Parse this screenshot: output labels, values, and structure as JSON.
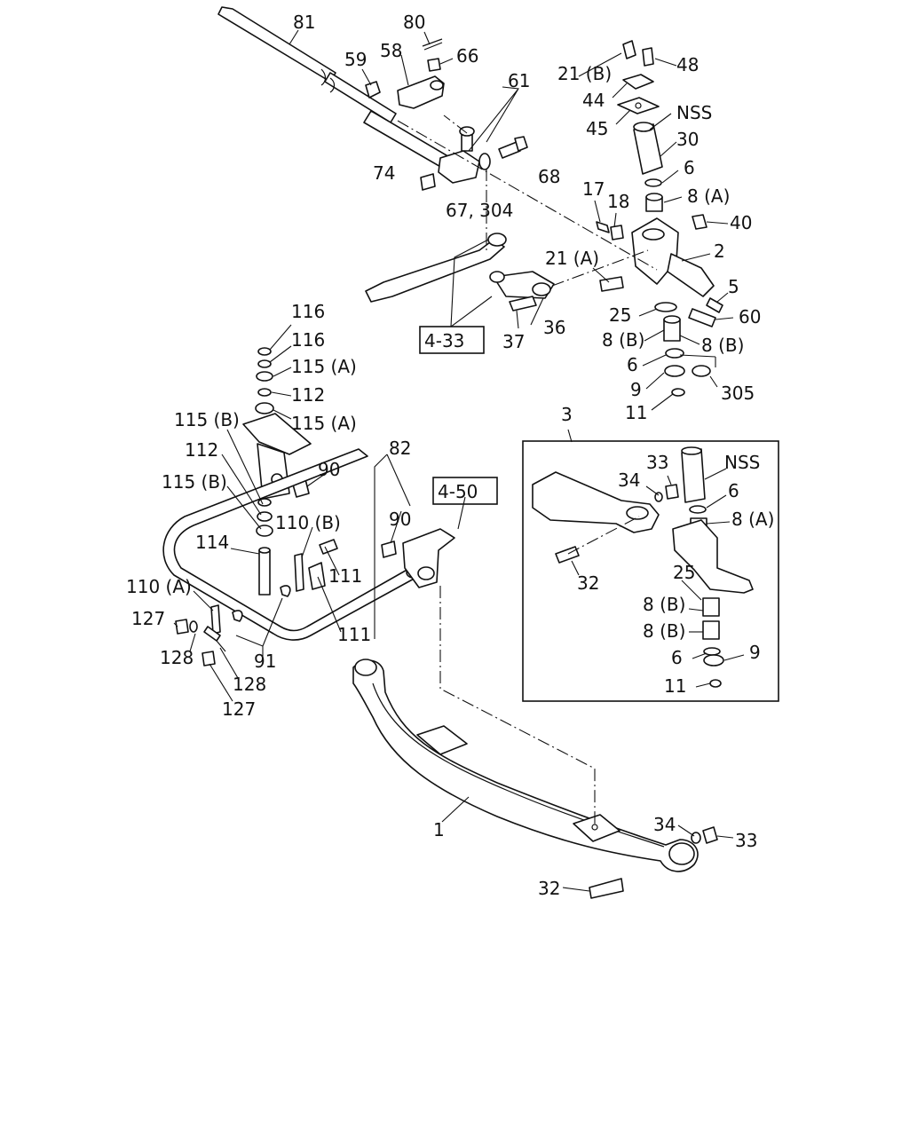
{
  "callouts": {
    "c81": "81",
    "c80": "80",
    "c58": "58",
    "c59": "59",
    "c66": "66",
    "c61": "61",
    "c21b": "21 (B)",
    "c48": "48",
    "c44": "44",
    "c45": "45",
    "c30": "30",
    "nss_top": "NSS",
    "c6_a": "6",
    "c8a_top": "8 (A)",
    "c74": "74",
    "c68": "68",
    "c67_304": "67, 304",
    "c17": "17",
    "c18": "18",
    "c40": "40",
    "c21a": "21 (A)",
    "c2": "2",
    "c5": "5",
    "c60": "60",
    "c25_top": "25",
    "c8b_top1": "8 (B)",
    "c8b_top2": "8 (B)",
    "c6_b": "6",
    "c9_top": "9",
    "c305": "305",
    "c11_top": "11",
    "c36": "36",
    "c37": "37",
    "c116_1": "116",
    "c116_2": "116",
    "c115a_1": "115 (A)",
    "c112_1": "112",
    "c115a_2": "115 (A)",
    "c115b_1": "115 (B)",
    "c112_2": "112",
    "c115b_2": "115 (B)",
    "c90_1": "90",
    "c82": "82",
    "c90_2": "90",
    "c110b": "110 (B)",
    "c114": "114",
    "c111_1": "111",
    "c110a": "110 (A)",
    "c111_2": "111",
    "c127_1": "127",
    "c128_1": "128",
    "c91": "91",
    "c128_2": "128",
    "c127_2": "127",
    "c3": "3",
    "c33_box": "33",
    "nss_box": "NSS",
    "c34_box": "34",
    "c6_box1": "6",
    "c8a_box": "8 (A)",
    "c32_box": "32",
    "c25_box": "25",
    "c8b_box1": "8 (B)",
    "c8b_box2": "8 (B)",
    "c6_box2": "6",
    "c9_box": "9",
    "c11_box": "11",
    "c1": "1",
    "c34": "34",
    "c33": "33",
    "c32": "32"
  },
  "references": {
    "ref_4_33": "4-33",
    "ref_4_50": "4-50"
  }
}
